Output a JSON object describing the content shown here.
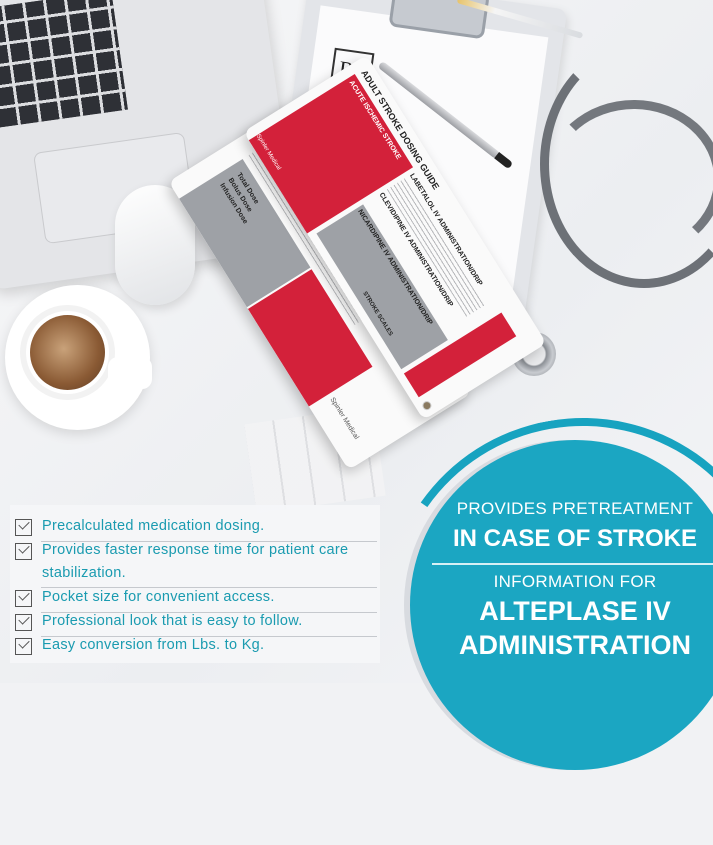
{
  "photo": {
    "rx_label": "Rx",
    "card_front": {
      "title": "ADULT STROKE DOSING GUIDE",
      "red_header": "ACUTE ISCHEMIC STROKE",
      "section_1": "LABETALOL IV ADMINISTRATION/DRIP",
      "section_2": "CLEVIDIPINE IV ADMINISTRATION/DRIP",
      "section_3": "NICARDIPINE IV ADMINISTRATION/DRIP",
      "section_4": "STROKE SCALES",
      "brand": "Spinler Medical"
    },
    "card_back": {
      "brand": "Spinler Medical",
      "fields": [
        "Total Dose",
        "Bolus Dose",
        "Infusion Dose"
      ]
    }
  },
  "features": [
    "Precalculated medication dosing.",
    "Provides faster response time for patient care stabilization.",
    "Pocket size for convenient access.",
    "Professional look that is easy to follow.",
    "Easy conversion from Lbs. to Kg."
  ],
  "badge": {
    "line1": "PROVIDES PRETREATMENT",
    "line2": "IN CASE OF STROKE",
    "line3": "INFORMATION FOR",
    "line4": "ALTEPLASE IV",
    "line5": "ADMINISTRATION"
  },
  "colors": {
    "accent": "#1ba6c2",
    "card_red": "#d3213a",
    "text_teal": "#1a9bb0"
  }
}
